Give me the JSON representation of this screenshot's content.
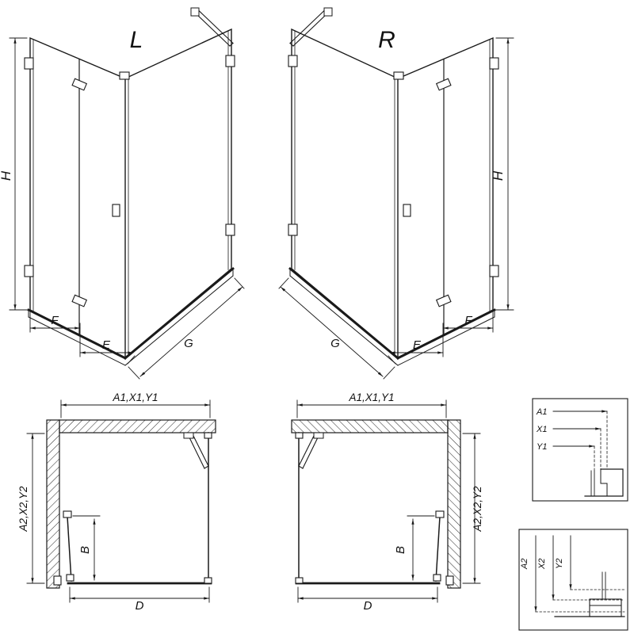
{
  "page": {
    "background": "#ffffff",
    "line_color": "#1a1a1a",
    "wall_hatch_color": "#333333"
  },
  "views": {
    "front_left": {
      "variant_label": "L",
      "dim_height": "H",
      "dim_front_fixed": "F",
      "dim_entry": "E",
      "dim_side": "G"
    },
    "front_right": {
      "variant_label": "R",
      "dim_height": "H",
      "dim_front_fixed": "F",
      "dim_entry": "E",
      "dim_side": "G"
    },
    "plan_left": {
      "dim_top_width": "A1,X1,Y1",
      "dim_side_depth": "A2,X2,Y2",
      "dim_door": "B",
      "dim_bottom_width": "D"
    },
    "plan_right": {
      "dim_top_width": "A1,X1,Y1",
      "dim_side_depth": "A2,X2,Y2",
      "dim_door": "B",
      "dim_bottom_width": "D"
    },
    "detail_width": {
      "row1": "A1",
      "row2": "X1",
      "row3": "Y1"
    },
    "detail_depth": {
      "row1": "A2",
      "row2": "X2",
      "row3": "Y2"
    }
  }
}
